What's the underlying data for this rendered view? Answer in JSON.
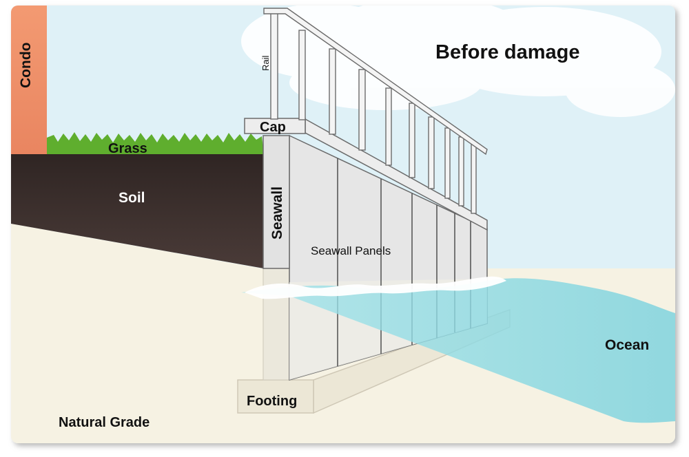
{
  "title": "Before damage",
  "labels": {
    "condo": "Condo",
    "grass": "Grass",
    "soil": "Soil",
    "rail": "Rail",
    "cap": "Cap",
    "seawall": "Seawall",
    "seawall_panels": "Seawall Panels",
    "footing": "Footing",
    "ocean": "Ocean",
    "natural_grade": "Natural Grade"
  },
  "colors": {
    "sky": "#dff1f7",
    "condo": "#f0916a",
    "grass": "#5fae2e",
    "soil": "#3d2f2d",
    "sand": "#f6f2e3",
    "wall": "#e6e6e6",
    "ocean": "#8fdbe4",
    "outline": "#6b6b6b"
  }
}
